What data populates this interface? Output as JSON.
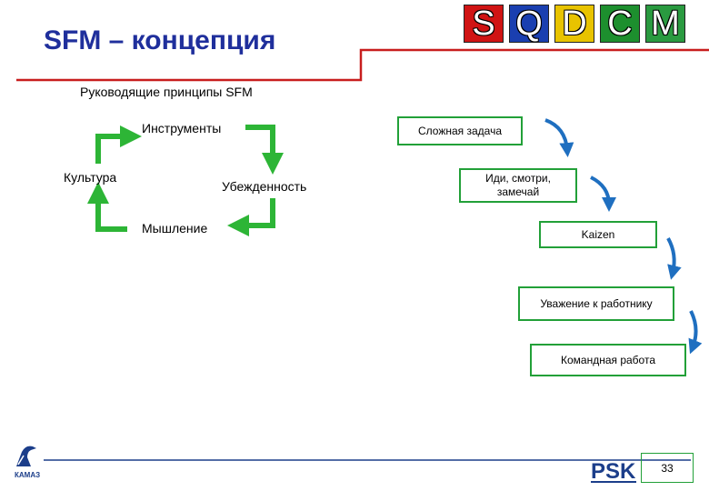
{
  "header": {
    "title": "SFM – концепция",
    "sqdcm": [
      {
        "letter": "S",
        "color": "#d01414"
      },
      {
        "letter": "Q",
        "color": "#1a3fb0"
      },
      {
        "letter": "D",
        "color": "#e8c300"
      },
      {
        "letter": "C",
        "color": "#1d8f2e"
      },
      {
        "letter": "M",
        "color": "#2a9a40"
      }
    ]
  },
  "subtitle": "Руководящие принципы SFM",
  "cycle": {
    "top": "Инструменты",
    "left": "Культура",
    "right": "Убежденность",
    "bottom": "Мышление"
  },
  "steps": {
    "s1": "Сложная задача",
    "s2a": "Иди, смотри,",
    "s2b": "замечай",
    "s3": "Kaizen",
    "s4": "Уважение к работнику",
    "s5": "Командная работа"
  },
  "footer": {
    "page_number": "33",
    "psk_logo": "PSK",
    "kamaz_logo": "КАМАЗ"
  }
}
